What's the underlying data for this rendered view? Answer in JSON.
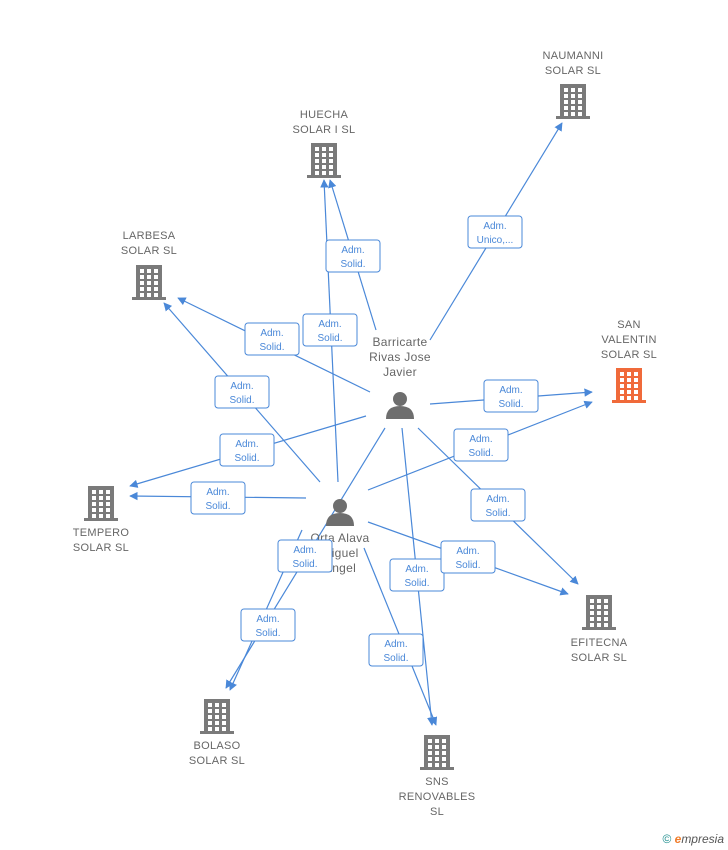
{
  "nodes": [
    {
      "id": "naumanni",
      "type": "company",
      "lines": [
        "NAUMANNI",
        "SOLAR  SL"
      ]
    },
    {
      "id": "huecha",
      "type": "company",
      "lines": [
        "HUECHA",
        "SOLAR I  SL"
      ]
    },
    {
      "id": "larbesa",
      "type": "company",
      "lines": [
        "LARBESA",
        "SOLAR  SL"
      ]
    },
    {
      "id": "sanvalentin",
      "type": "company",
      "focus": true,
      "lines": [
        "SAN",
        "VALENTIN",
        "SOLAR  SL"
      ]
    },
    {
      "id": "tempero",
      "type": "company",
      "lines": [
        "TEMPERO",
        "SOLAR  SL"
      ]
    },
    {
      "id": "efitecna",
      "type": "company",
      "lines": [
        "EFITECNA",
        "SOLAR  SL"
      ]
    },
    {
      "id": "bolaso",
      "type": "company",
      "lines": [
        "BOLASO",
        "SOLAR  SL"
      ]
    },
    {
      "id": "sns",
      "type": "company",
      "lines": [
        "SNS",
        "RENOVABLES",
        "SL"
      ]
    },
    {
      "id": "barricarte",
      "type": "person",
      "lines": [
        "Barricarte",
        "Rivas Jose",
        "Javier"
      ]
    },
    {
      "id": "orta",
      "type": "person",
      "lines": [
        "Orta Alava",
        "Miguel",
        "Angel"
      ]
    }
  ],
  "edges": [
    {
      "from": "barricarte",
      "to": "naumanni",
      "label": [
        "Adm.",
        "Unico,..."
      ]
    },
    {
      "from": "barricarte",
      "to": "huecha",
      "label": [
        "Adm.",
        "Solid."
      ]
    },
    {
      "from": "barricarte",
      "to": "larbesa",
      "label": [
        "Adm.",
        "Solid."
      ]
    },
    {
      "from": "barricarte",
      "to": "sanvalentin",
      "label": [
        "Adm.",
        "Solid."
      ]
    },
    {
      "from": "barricarte",
      "to": "tempero",
      "label": [
        "Adm.",
        "Solid."
      ]
    },
    {
      "from": "barricarte",
      "to": "efitecna",
      "label": [
        "Adm.",
        "Solid."
      ]
    },
    {
      "from": "barricarte",
      "to": "sns",
      "label": [
        "Adm.",
        "Solid."
      ]
    },
    {
      "from": "barricarte",
      "to": "bolaso",
      "label": [
        "Adm.",
        "Solid."
      ]
    },
    {
      "from": "orta",
      "to": "huecha",
      "label": [
        "Adm.",
        "Solid."
      ]
    },
    {
      "from": "orta",
      "to": "larbesa",
      "label": [
        "Adm.",
        "Solid."
      ]
    },
    {
      "from": "orta",
      "to": "tempero",
      "label": [
        "Adm.",
        "Solid."
      ]
    },
    {
      "from": "orta",
      "to": "sanvalentin",
      "label": [
        "Adm.",
        "Solid."
      ]
    },
    {
      "from": "orta",
      "to": "efitecna",
      "label": [
        "Adm.",
        "Solid."
      ]
    },
    {
      "from": "orta",
      "to": "bolaso",
      "label": [
        "Adm.",
        "Solid."
      ]
    },
    {
      "from": "orta",
      "to": "sns",
      "label": [
        "Adm.",
        "Solid."
      ]
    }
  ],
  "colors": {
    "edge": "#4a88d8",
    "company": "#7a7a7a",
    "focus_company": "#f06a3a",
    "person": "#6e6e6e",
    "label": "#666666"
  },
  "footer": {
    "copyright": "©",
    "brand_e": "e",
    "brand_rest": "mpresia"
  }
}
